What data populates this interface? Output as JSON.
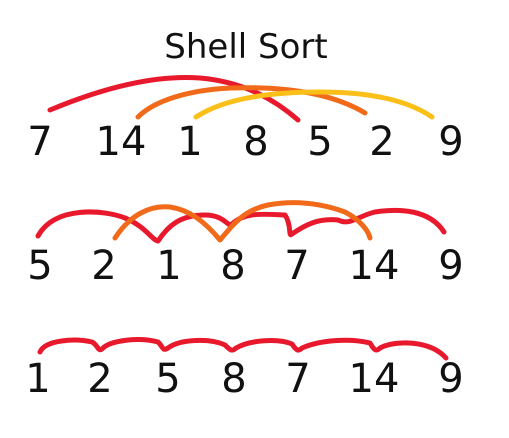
{
  "title": "Shell Sort",
  "colors": {
    "red": "#e8192c",
    "orange": "#f06a1a",
    "yellow": "#fbbf1a",
    "ink": "#111111"
  },
  "rows": [
    {
      "values": [
        "7",
        "14",
        "1",
        "8",
        "5",
        "2",
        "9"
      ]
    },
    {
      "values": [
        "5",
        "2",
        "1",
        "8",
        "7",
        "14",
        "9"
      ]
    },
    {
      "values": [
        "1",
        "2",
        "5",
        "8",
        "7",
        "14",
        "9"
      ]
    }
  ]
}
